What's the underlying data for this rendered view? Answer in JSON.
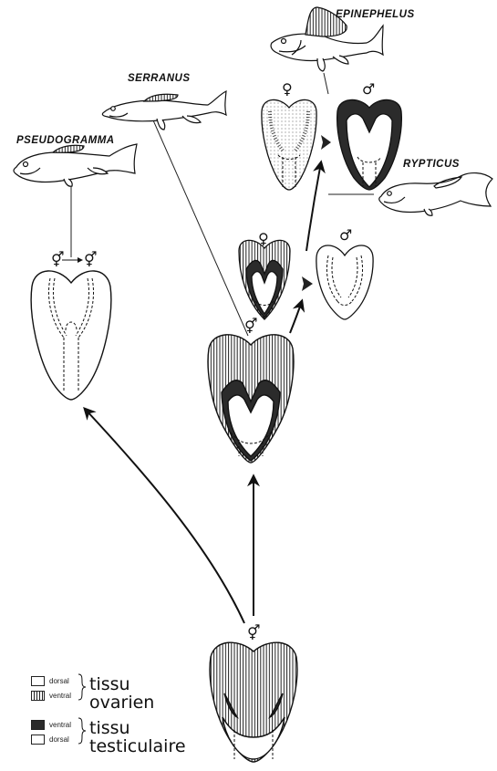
{
  "genera": {
    "epinephelus": "EPINEPHELUS",
    "serranus": "SERRANUS",
    "pseudogramma": "PSEUDOGRAMMA",
    "rypticus": "RYPTICUS"
  },
  "sex_symbols": {
    "female": "♀",
    "male": "♂",
    "hermaphrodite": "⚥",
    "pseudogramma_transition_from": "⚥",
    "pseudogramma_transition_to": "⚥"
  },
  "legend": {
    "dorsal_ovarian": "dorsal",
    "ventral_ovarian": "ventral",
    "ovarian_tissue": "tissu\novarien",
    "ventral_testicular": "ventral",
    "dorsal_testicular": "dorsal",
    "testicular_tissue": "tissu\ntesticulaire"
  },
  "colors": {
    "ink": "#111111",
    "testicular_ventral": "#2b2b2b",
    "paper": "#ffffff"
  }
}
